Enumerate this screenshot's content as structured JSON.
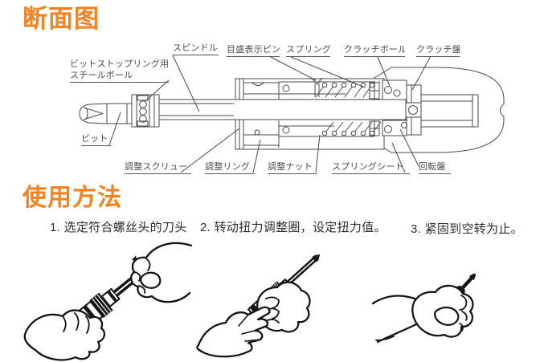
{
  "colors": {
    "accent_orange": "#F58220",
    "diagram_line": "#4a4a4a",
    "label_text": "#4d4d4d",
    "body_text": "#2d2d2d",
    "illustration_ink": "#141414"
  },
  "cross_section": {
    "heading": "断面图",
    "labels": {
      "bit_stop_line1": "ビットストップリング用",
      "bit_stop_line2": "スチールボール",
      "spindle": "スピンドル",
      "scale_pin": "目盛表示ピン",
      "spring": "スプリング",
      "clutch_ball": "クラッチボール",
      "clutch_plate": "クラッチ盤",
      "bit": "ビット",
      "adjust_screw": "調整スクリュー",
      "adjust_ring": "調整リング",
      "adjust_nut": "調整ナット",
      "spring_seat": "スプリングシート",
      "rotary_plate": "回転盤"
    }
  },
  "usage": {
    "heading": "使用方法",
    "steps": [
      {
        "text": "1. 选定符合螺丝头的刀头"
      },
      {
        "text": "2. 转动扭力调整圈，设定扭力值。"
      },
      {
        "text": "3. 紧固到空转为止。"
      }
    ],
    "illustrations": [
      {
        "name": "insert-matching-bit"
      },
      {
        "name": "turn-torque-adjust-ring"
      },
      {
        "name": "tighten-until-free-spin"
      }
    ]
  }
}
